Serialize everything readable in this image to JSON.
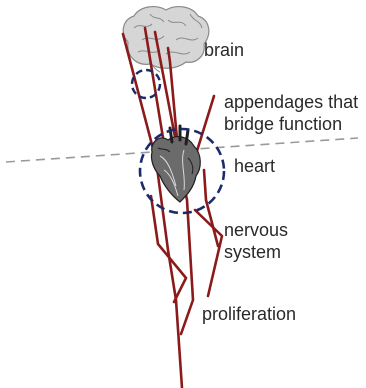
{
  "labels": {
    "brain": "brain",
    "appendages_line1": "appendages that",
    "appendages_line2": "bridge function",
    "heart": "heart",
    "nervous_line1": "nervous",
    "nervous_line2": "system",
    "proliferation": "proliferation"
  },
  "colors": {
    "stem": "#8b1a1a",
    "circle": "#1b2a6b",
    "axis": "#9a9a9a",
    "brain_fill": "#d6d6d6",
    "brain_line": "#8a8a8a",
    "heart_fill": "#6b6b6b",
    "heart_line": "#1f1f1f",
    "text": "#2a2a2a"
  },
  "illustrations": [
    "brain-illustration",
    "heart-illustration"
  ]
}
